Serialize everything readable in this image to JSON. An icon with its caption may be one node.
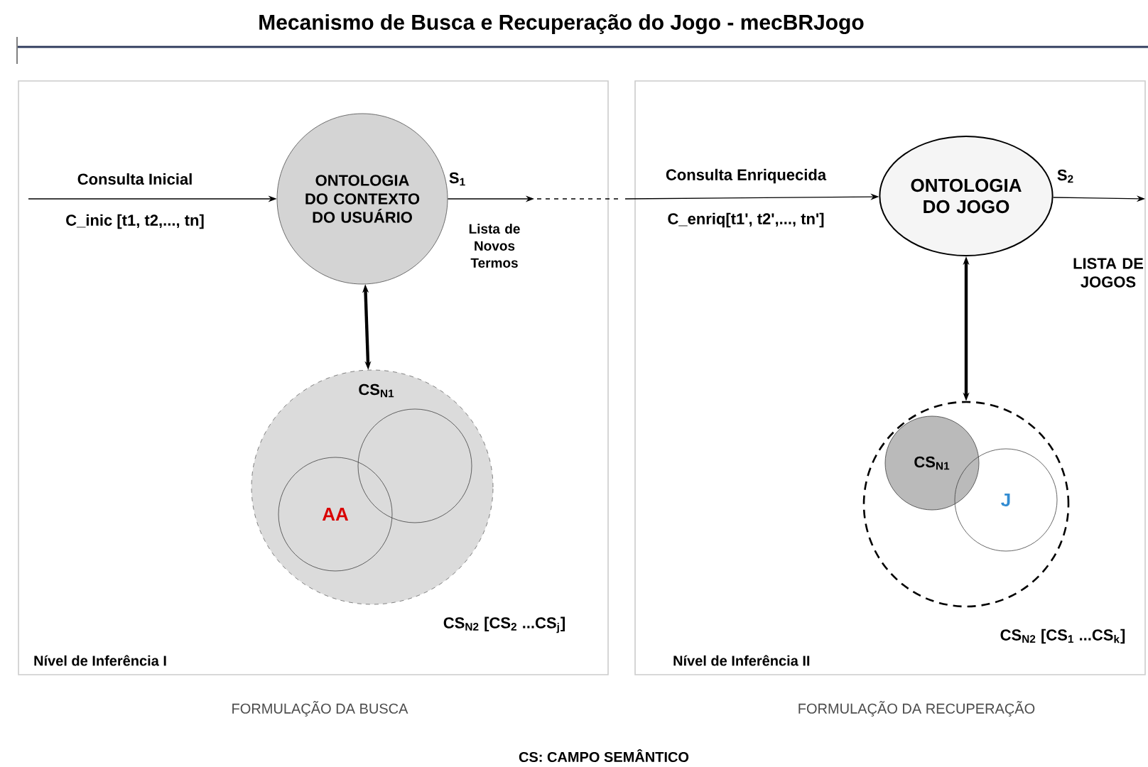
{
  "diagram": {
    "title": "Mecanismo de Busca e Recuperação do Jogo - mecBRJogo",
    "nodes": [
      {
        "text": [
          "Nível de Inferência I"
        ],
        "beside": [
          "FORMULAÇÃO DA BUSCA"
        ]
      },
      {
        "text": [
          "ONTOLOGIA DO CONTEXTO DO USUÁRIO"
        ],
        "in": 0
      },
      {
        "text": [
          "CS$_{N1}$"
        ],
        "in": 0,
        "beside": [
          "CS$_{N2}$ [CS$_{2}$ ...CS$_{j}$]"
        ]
      },
      {
        "text": [
          "AA"
        ],
        "in": 2
      },
      {
        "text": [],
        "shape": "circle",
        "in": 2
      },
      {
        "text": [
          "Nível de Inferência II"
        ],
        "beside": [
          "FORMULAÇÃO DA RECUPERAÇÃO"
        ]
      },
      {
        "text": [
          "ONTOLOGIA DO JOGO"
        ],
        "in": 5
      },
      {
        "text": [],
        "shape": "circle",
        "in": 5,
        "beside": [
          "CS$_{N2}$ [CS$_{1}$ ...CS$_{k}$]"
        ]
      },
      {
        "text": [
          "CS$_{N1}$"
        ],
        "in": 7
      },
      {
        "text": [
          "J"
        ],
        "in": 7
      }
    ],
    "edges": [
      {
        "from": null,
        "to": 1,
        "arrow": "to",
        "label": "Consulta Inicial"
      },
      {
        "from": 1,
        "to": null,
        "arrow": "to",
        "label": "S$_{1}$"
      },
      {
        "from": null,
        "to": 6,
        "arrow": "to",
        "label": "Consulta Enriquecida"
      },
      {
        "from": 6,
        "to": null,
        "arrow": "to",
        "label": "S$_{2}$"
      },
      {
        "from": 1,
        "to": 2,
        "arrow": "both",
        "style": "thick"
      },
      {
        "from": 6,
        "to": 7,
        "arrow": "both",
        "style": "thick"
      }
    ],
    "labels": [
      "C_inic [t1, t2,..., tn]",
      "Lista de Novos Termos",
      "C_enriq[t1', t2',..., tn']",
      "LISTA DE JOGOS",
      "CS: CAMPO SEMÂNTICO"
    ]
  }
}
